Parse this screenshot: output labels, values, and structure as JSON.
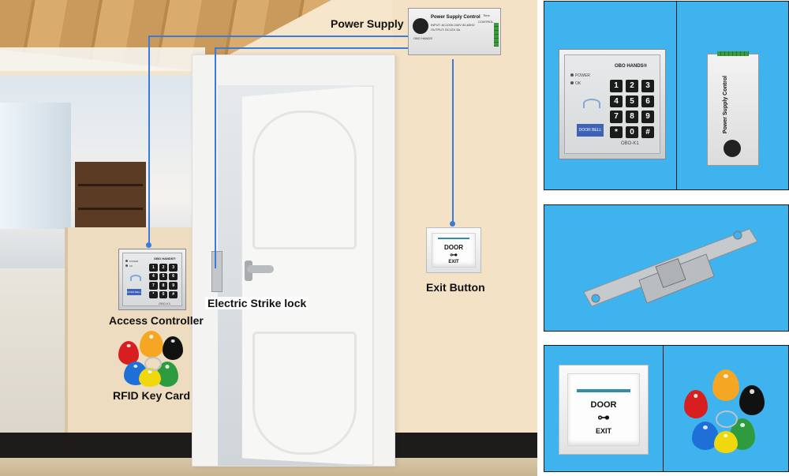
{
  "scene": {
    "labels": {
      "power_supply": "Power Supply",
      "access_controller": "Access Controller",
      "rfid_key_card": "RFID Key Card",
      "electric_strike_lock": "Electric Strike lock",
      "exit_button": "Exit Button"
    }
  },
  "devices": {
    "psu": {
      "title": "Power Supply Control",
      "brand": "OBO HANDS",
      "input": "INPUT: AC100V-240V 50-60HZ",
      "output": "OUTPUT: DC12V 3A",
      "time": "Time",
      "control": "CONTROL"
    },
    "keypad": {
      "brand": "OBO HANDS®",
      "model": "OBO-K1",
      "power": "POWER",
      "ok": "OK",
      "bell_label": "DOOR BELL",
      "keys": [
        "1",
        "2",
        "3",
        "4",
        "5",
        "6",
        "7",
        "8",
        "9",
        "*",
        "0",
        "#"
      ]
    },
    "exit_button": {
      "door": "DOOR",
      "exit": "EXIT"
    }
  },
  "colors": {
    "wire": "#3b7bd8",
    "panel_bg": "#3eb3ee",
    "tags": [
      "#f5a623",
      "#111111",
      "#d81f1f",
      "#2e9b3e",
      "#1f6fd8",
      "#f0d80f"
    ]
  }
}
